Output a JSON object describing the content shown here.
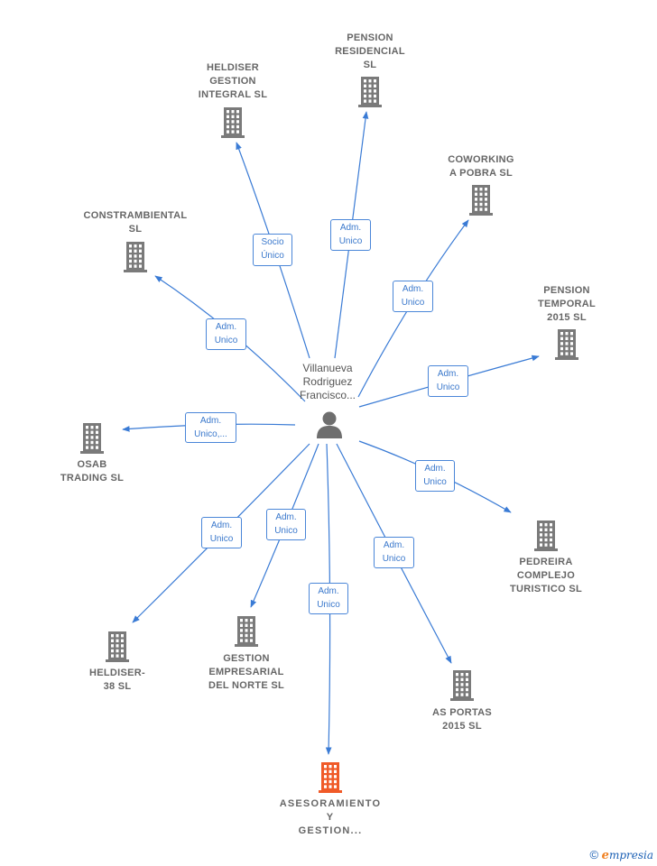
{
  "colors": {
    "edge": "#3a7bd5",
    "building": "#7a7a7a",
    "building_highlight": "#f05a28",
    "person": "#6e6e6e"
  },
  "center": {
    "label": "Villanueva Rodriguez Francisco..."
  },
  "nodes": [
    {
      "id": "heldiser-gestion",
      "label": "HELDISER GESTION INTEGRAL SL",
      "highlight": false
    },
    {
      "id": "pension-residencial",
      "label": "PENSION RESIDENCIAL SL",
      "highlight": false
    },
    {
      "id": "coworking",
      "label": "COWORKING A POBRA SL",
      "highlight": false
    },
    {
      "id": "constrambiental",
      "label": "CONSTRAMBIENTAL SL",
      "highlight": false
    },
    {
      "id": "pension-temporal",
      "label": "PENSION TEMPORAL 2015 SL",
      "highlight": false
    },
    {
      "id": "osab",
      "label": "OSAB TRADING SL",
      "highlight": false
    },
    {
      "id": "pedreira",
      "label": "PEDREIRA COMPLEJO TURISTICO SL",
      "highlight": false
    },
    {
      "id": "heldiser-38",
      "label": "HELDISER- 38 SL",
      "highlight": false
    },
    {
      "id": "gestion-empresarial",
      "label": "GESTION EMPRESARIAL DEL NORTE SL",
      "highlight": false
    },
    {
      "id": "as-portas",
      "label": "AS PORTAS 2015 SL",
      "highlight": false
    },
    {
      "id": "asesoramiento",
      "label": "ASESORAMIENTO Y GESTION...",
      "highlight": true
    }
  ],
  "edges": [
    {
      "to": "heldiser-gestion",
      "label": "Socio Único"
    },
    {
      "to": "pension-residencial",
      "label": "Adm. Unico"
    },
    {
      "to": "coworking",
      "label": "Adm. Unico"
    },
    {
      "to": "constrambiental",
      "label": "Adm. Unico"
    },
    {
      "to": "pension-temporal",
      "label": "Adm. Unico"
    },
    {
      "to": "osab",
      "label": "Adm. Unico,..."
    },
    {
      "to": "pedreira",
      "label": "Adm. Unico"
    },
    {
      "to": "heldiser-38",
      "label": "Adm. Unico"
    },
    {
      "to": "gestion-empresarial",
      "label": "Adm. Unico"
    },
    {
      "to": "as-portas",
      "label": "Adm. Unico"
    },
    {
      "to": "asesoramiento",
      "label": "Adm. Unico"
    }
  ],
  "brand": {
    "copyright": "©",
    "initial": "e",
    "rest": "mpresia"
  }
}
